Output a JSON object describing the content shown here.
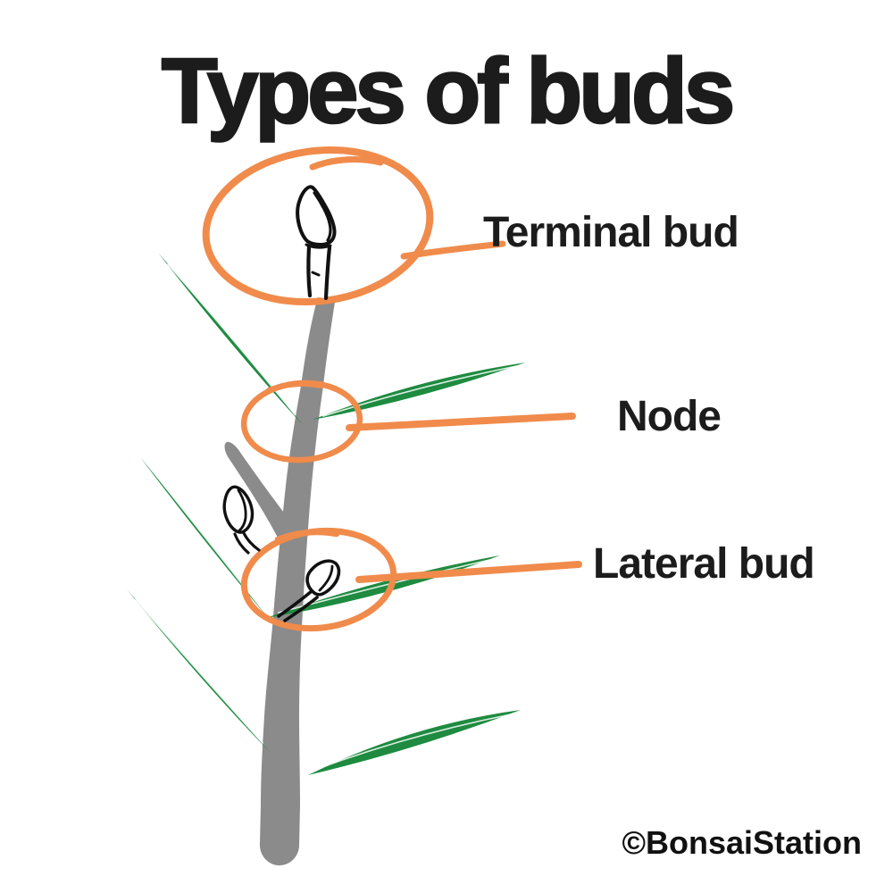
{
  "title": "Types of buds",
  "labels": {
    "terminal_bud": "Terminal bud",
    "node": "Node",
    "lateral_bud": "Lateral bud"
  },
  "watermark": "©BonsaiStation",
  "colors": {
    "background": "#ffffff",
    "ink": "#1c1c1c",
    "annotation-orange": "#f08b4b",
    "leaf-green": "#1e8b40",
    "stem-gray": "#8b8b8b",
    "bud-outline": "#111111"
  }
}
